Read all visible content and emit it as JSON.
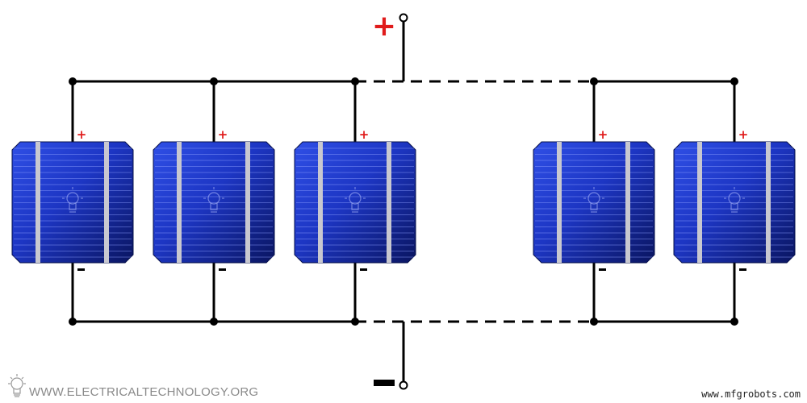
{
  "diagram": {
    "type": "solar cells connected in parallel",
    "positive_terminal_symbol": "+",
    "negative_terminal_symbol": "−",
    "cell_positive_symbol": "+",
    "cell_negative_symbol": "−",
    "cell_count_visible": 5,
    "colors": {
      "wire": "#000000",
      "positive": "#e01b1b",
      "cell_dark": "#0a1a7a",
      "cell_light": "#2f4fe6",
      "busbar": "#c8c8d0"
    }
  },
  "watermarks": {
    "left": "WWW.ELECTRICALTECHNOLOGY.ORG",
    "right": "www.mfgrobots.com"
  }
}
